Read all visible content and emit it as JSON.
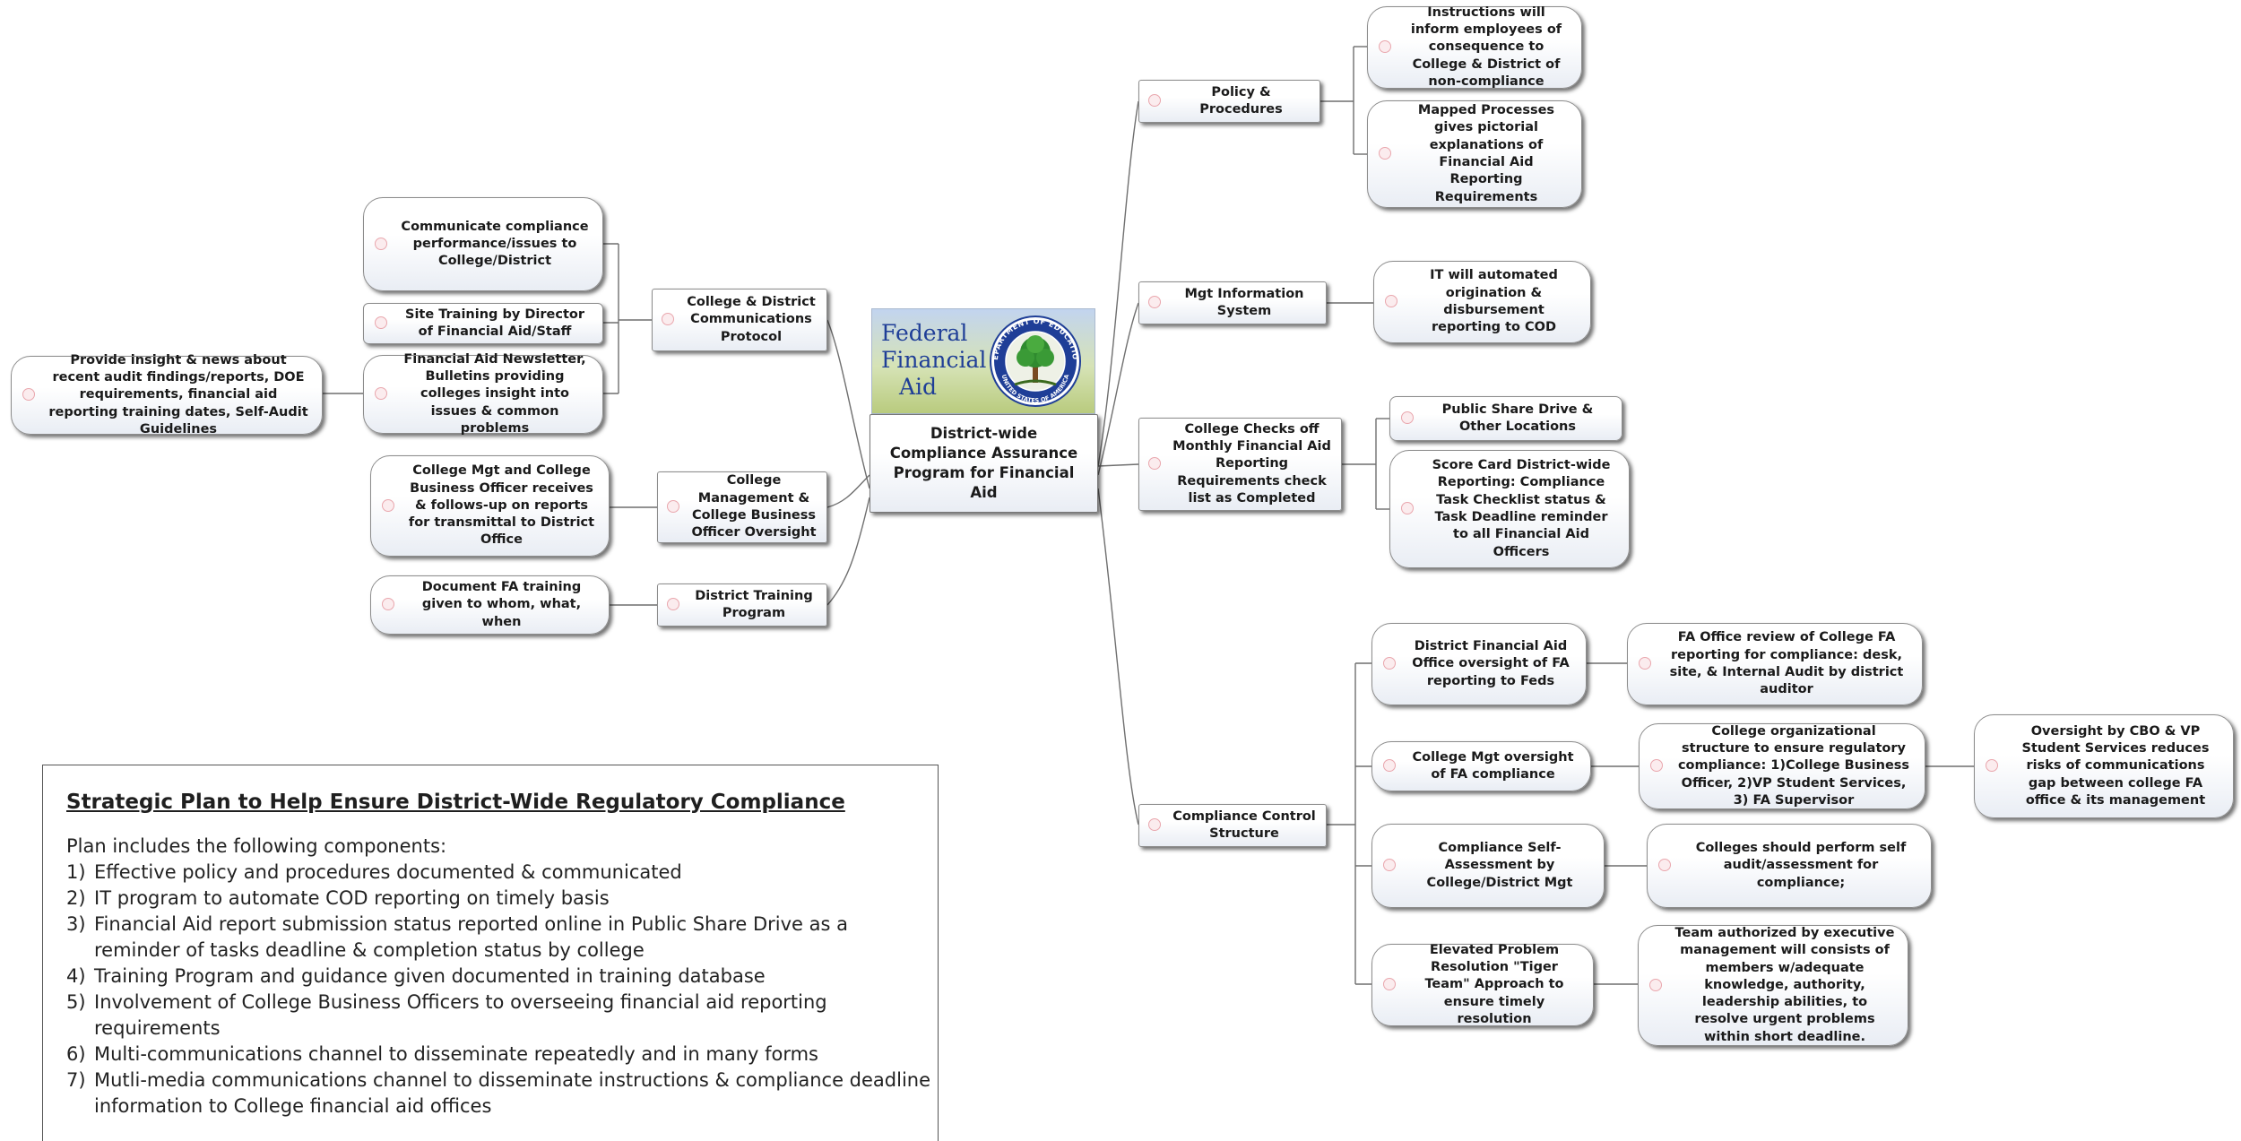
{
  "central": "District-wide Compliance Assurance Program for Financial Aid",
  "logo": {
    "line1": "Federal",
    "line2": "Financial",
    "line3": "Aid",
    "seal_top": "DEPARTMENT OF EDUCATION",
    "seal_bottom": "UNITED STATES OF AMERICA"
  },
  "left": {
    "comm": {
      "label": "College & District Communications Protocol",
      "children": [
        "Communicate  compliance performance/issues  to College/District",
        "Site Training by Director of Financial Aid/Staff",
        "Financial Aid Newsletter, Bulletins providing colleges insight into issues & common problems"
      ],
      "grandchild": "Provide insight & news about recent audit findings/reports, DOE requirements, financial aid reporting training dates, Self-Audit Guidelines"
    },
    "mgmt": {
      "label": "College Management & College Business Officer Oversight",
      "child": "College Mgt and College Business Officer receives & follows-up on reports for transmittal to District Office"
    },
    "training": {
      "label": "District Training Program",
      "child": "Document FA training given to whom, what, when"
    }
  },
  "right": {
    "policy": {
      "label": "Policy & Procedures",
      "children": [
        "Instructions will inform employees of consequence to College & District of non-compliance",
        "Mapped Processes gives pictorial explanations of Financial Aid Reporting Requirements"
      ]
    },
    "mis": {
      "label": "Mgt Information System",
      "child": "IT will automated origination & disbursement reporting to COD"
    },
    "checks": {
      "label": "College Checks off Monthly Financial Aid Reporting Requirements check list as Completed",
      "children": [
        "Public Share Drive & Other Locations",
        "Score Card District-wide Reporting:  Compliance Task Checklist status & Task Deadline reminder to all Financial Aid Officers"
      ]
    },
    "control": {
      "label": "Compliance Control Structure",
      "children": [
        {
          "label": "District Financial Aid Office oversight of FA reporting to Feds",
          "child": "FA Office review of College FA reporting for compliance: desk, site, & Internal Audit by district auditor"
        },
        {
          "label": "College Mgt oversight of FA compliance",
          "child": "College organizational structure to ensure regulatory compliance: 1)College Business Officer, 2)VP Student Services, 3) FA Supervisor",
          "grandchild": "Oversight by CBO & VP Student Services reduces risks of communications gap between college FA office & its management"
        },
        {
          "label": "Compliance Self-Assessment by College/District Mgt",
          "child": "Colleges should perform self audit/assessment for compliance;"
        },
        {
          "label": "Elevated Problem Resolution \"Tiger Team\" Approach to ensure timely resolution",
          "child": "Team authorized by executive management will consists of members w/adequate knowledge, authority, leadership abilities, to resolve urgent problems within short deadline."
        }
      ]
    }
  },
  "plan": {
    "title": "Strategic Plan to Help Ensure District-Wide Regulatory Compliance",
    "intro": "Plan includes the following components:",
    "items": [
      {
        "num": "1)",
        "text": "Effective policy and procedures documented & communicated"
      },
      {
        "num": "2)",
        "text": "IT program to automate COD reporting on timely basis"
      },
      {
        "num": "3)",
        "text": "Financial Aid report submission status reported online in Public Share Drive as a reminder of tasks deadline & completion status by college"
      },
      {
        "num": "4)",
        "text": "Training Program and guidance given documented in training database"
      },
      {
        "num": "5)",
        "text": "Involvement of College Business Officers to overseeing financial aid reporting requirements"
      },
      {
        "num": "6)",
        "text": "Multi-communications channel to disseminate repeatedly and in many forms"
      },
      {
        "num": "7)",
        "text": "Mutli-media communications channel to disseminate instructions & compliance deadline information to College financial aid offices"
      }
    ]
  }
}
